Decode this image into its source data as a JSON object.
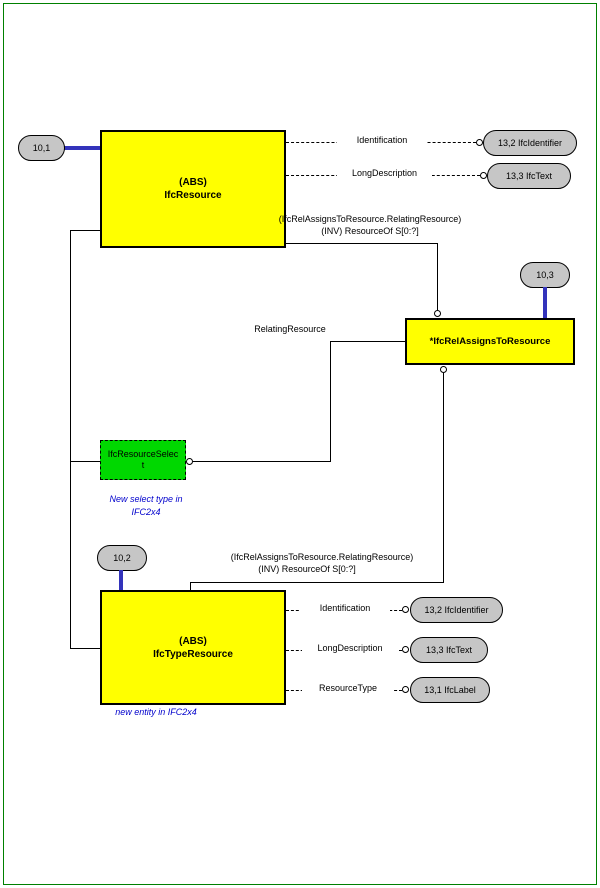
{
  "diagram": {
    "entities": {
      "ifcResource": {
        "stereotype": "(ABS)",
        "name": "IfcResource"
      },
      "ifcTypeResource": {
        "stereotype": "(ABS)",
        "name": "IfcTypeResource"
      },
      "ifcRelAssignsToResource": {
        "name": "*IfcRelAssignsToResource"
      },
      "ifcResourceSelect": {
        "name_line1": "IfcResourceSelec",
        "name_line2": "t"
      }
    },
    "page_refs": {
      "ref_10_1": "10,1",
      "ref_10_2": "10,2",
      "ref_10_3": "10,3"
    },
    "type_refs": {
      "identifier": "13,2 IfcIdentifier",
      "text": "13,3 IfcText",
      "label": "13,1 IfcLabel"
    },
    "attributes": {
      "identification": "Identification",
      "long_description": "LongDescription",
      "resource_type": "ResourceType",
      "relating_resource": "RelatingResource"
    },
    "inverse_top": {
      "line1": "(IfcRelAssignsToResource.RelatingResource)",
      "line2": "(INV) ResourceOf S[0:?]"
    },
    "inverse_bottom": {
      "line1": "(IfcRelAssignsToResource.RelatingResource)",
      "line2": "(INV) ResourceOf S[0:?]"
    },
    "notes": {
      "select_note_line1": "New select type in",
      "select_note_line2": "IFC2x4",
      "entity_note": "new entity in IFC2x4"
    },
    "colors": {
      "entity_fill": "#ffff00",
      "select_fill": "#00d800",
      "oval_fill": "#c6c6c6",
      "ref_line": "#3333bb",
      "note_text": "#0000cc",
      "page_border": "#008000"
    }
  }
}
